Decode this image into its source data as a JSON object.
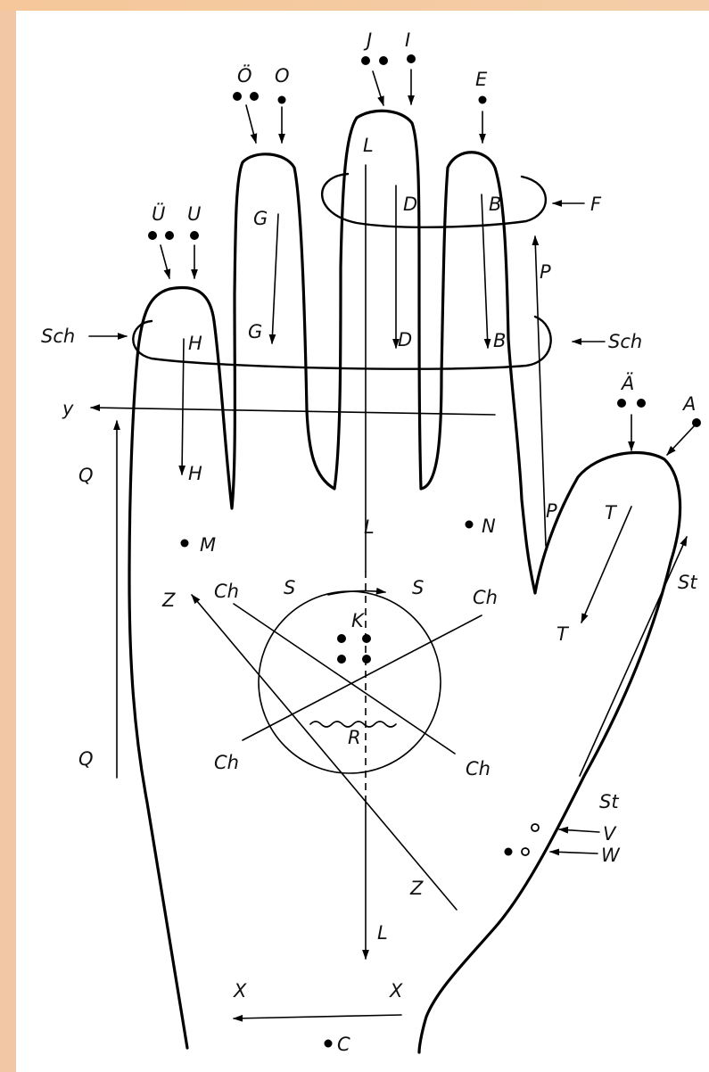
{
  "labels": {
    "oe": "Ö",
    "o": "O",
    "j": "J",
    "i": "I",
    "e": "E",
    "ue": "Ü",
    "u": "U",
    "ae": "Ä",
    "a": "A",
    "f": "F",
    "sch_left": "Sch",
    "sch_right": "Sch",
    "g_top": "G",
    "g_bottom": "G",
    "d_top": "D",
    "d_bottom": "D",
    "b_top": "B",
    "b_bottom": "B",
    "h_top": "H",
    "h_bottom": "H",
    "l_top": "L",
    "l_mid": "L",
    "l_bottom": "L",
    "y": "y",
    "q_top": "Q",
    "q_bottom": "Q",
    "p_top": "P",
    "p_bottom": "P",
    "t_top": "T",
    "t_bottom": "T",
    "st_top": "St",
    "st_bottom": "St",
    "m": "M",
    "n": "N",
    "z_top": "Z",
    "z_bottom": "Z",
    "ch_top_left": "Ch",
    "ch_top_right": "Ch",
    "ch_bottom_left": "Ch",
    "ch_bottom_right": "Ch",
    "s_left": "S",
    "s_right": "S",
    "k": "K",
    "r": "R",
    "v": "V",
    "w": "W",
    "x_left": "X",
    "x_right": "X",
    "c": "C"
  }
}
